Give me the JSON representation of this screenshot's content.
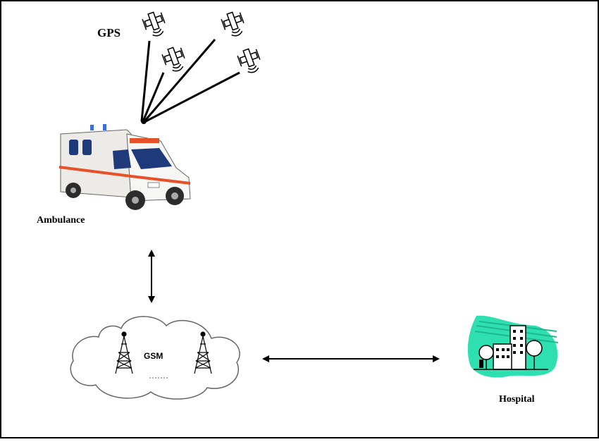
{
  "diagram": {
    "labels": {
      "gps": "GPS",
      "ambulance": "Ambulance",
      "gsm": "GSM",
      "hospital": "Hospital"
    },
    "nodes": [
      {
        "id": "gps-satellites",
        "icon": "satellite-icon",
        "count": 4
      },
      {
        "id": "ambulance",
        "icon": "ambulance-icon"
      },
      {
        "id": "gsm-network",
        "icon": "cloud-with-towers-icon"
      },
      {
        "id": "hospital",
        "icon": "hospital-building-icon"
      }
    ],
    "edges": [
      {
        "from": "gps-satellites",
        "to": "ambulance",
        "style": "converging-lines"
      },
      {
        "from": "ambulance",
        "to": "gsm-network",
        "style": "double-arrow"
      },
      {
        "from": "gsm-network",
        "to": "hospital",
        "style": "double-arrow"
      }
    ],
    "colors": {
      "line": "#000000",
      "hospital_accent": "#2ee0b0",
      "ambulance_stripe": "#e8502a",
      "ambulance_body": "#f4f4f4"
    }
  }
}
